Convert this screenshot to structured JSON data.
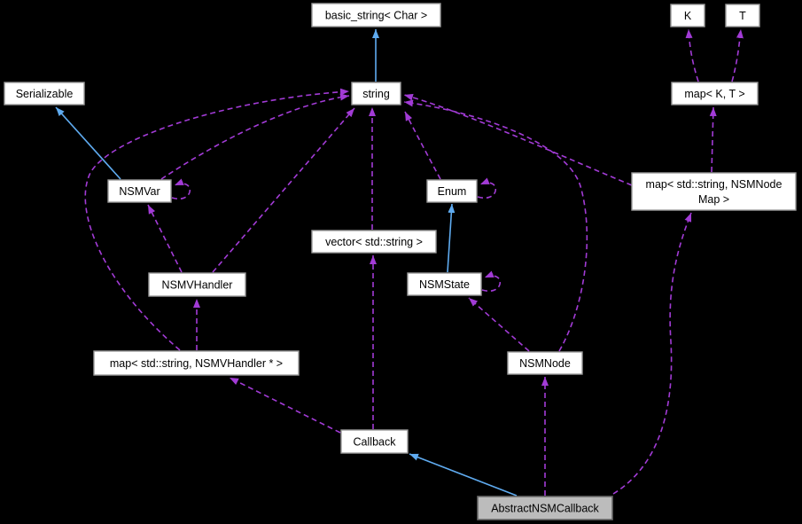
{
  "diagram": {
    "type": "collaboration-graph",
    "colors": {
      "background": "#000000",
      "inheritance_edge": "#5fabf0",
      "usage_edge": "#a23bd6",
      "node_fill": "#ffffff",
      "node_border": "#9b9b9b",
      "node_text": "#000000",
      "highlight_fill": "#bcbcbc",
      "highlight_border": "#6a6a6a"
    },
    "nodes": {
      "basic_string": {
        "label": "basic_string< Char >"
      },
      "k": {
        "label": "K"
      },
      "t": {
        "label": "T"
      },
      "serializable": {
        "label": "Serializable"
      },
      "string": {
        "label": "string"
      },
      "map_k_t": {
        "label": "map< K, T >"
      },
      "nsmvar": {
        "label": "NSMVar"
      },
      "enum": {
        "label": "Enum"
      },
      "map_nsmnode_map": {
        "label_line1": "map< std::string, NSMNode",
        "label_line2": "Map >"
      },
      "vector_std_string": {
        "label": "vector< std::string >"
      },
      "nsmvhandler": {
        "label": "NSMVHandler"
      },
      "nsmstate": {
        "label": "NSMState"
      },
      "map_nsmvhandler": {
        "label": "map< std::string, NSMVHandler * >"
      },
      "nsmnode": {
        "label": "NSMNode"
      },
      "callback": {
        "label": "Callback"
      },
      "abstract_nsm_callback": {
        "label": "AbstractNSMCallback",
        "highlighted": true
      }
    },
    "edges": [
      {
        "from": "string",
        "to": "basic_string",
        "type": "inheritance"
      },
      {
        "from": "nsmvar",
        "to": "serializable",
        "type": "inheritance"
      },
      {
        "from": "nsmstate",
        "to": "enum",
        "type": "inheritance"
      },
      {
        "from": "abstract_nsm_callback",
        "to": "callback",
        "type": "inheritance"
      },
      {
        "from": "map_k_t",
        "to": "k",
        "type": "usage"
      },
      {
        "from": "map_k_t",
        "to": "t",
        "type": "usage"
      },
      {
        "from": "map_nsmnode_map",
        "to": "map_k_t",
        "type": "usage"
      },
      {
        "from": "map_nsmnode_map",
        "to": "string",
        "type": "usage"
      },
      {
        "from": "nsmnode",
        "to": "string",
        "type": "usage"
      },
      {
        "from": "enum",
        "to": "string",
        "type": "usage"
      },
      {
        "from": "vector_std_string",
        "to": "string",
        "type": "usage"
      },
      {
        "from": "nsmvhandler",
        "to": "string",
        "type": "usage"
      },
      {
        "from": "nsmvar",
        "to": "string",
        "type": "usage"
      },
      {
        "from": "map_nsmvhandler",
        "to": "string",
        "type": "usage"
      },
      {
        "from": "map_nsmvhandler",
        "to": "nsmvhandler",
        "type": "usage"
      },
      {
        "from": "nsmvhandler",
        "to": "nsmvar",
        "type": "usage"
      },
      {
        "from": "callback",
        "to": "map_nsmvhandler",
        "type": "usage"
      },
      {
        "from": "callback",
        "to": "vector_std_string",
        "type": "usage"
      },
      {
        "from": "abstract_nsm_callback",
        "to": "nsmnode",
        "type": "usage"
      },
      {
        "from": "abstract_nsm_callback",
        "to": "map_nsmnode_map",
        "type": "usage"
      },
      {
        "from": "nsmnode",
        "to": "nsmstate",
        "type": "usage"
      },
      {
        "from": "nsmvar",
        "to": "nsmvar",
        "type": "usage"
      },
      {
        "from": "enum",
        "to": "enum",
        "type": "usage"
      },
      {
        "from": "nsmstate",
        "to": "nsmstate",
        "type": "usage"
      }
    ]
  }
}
